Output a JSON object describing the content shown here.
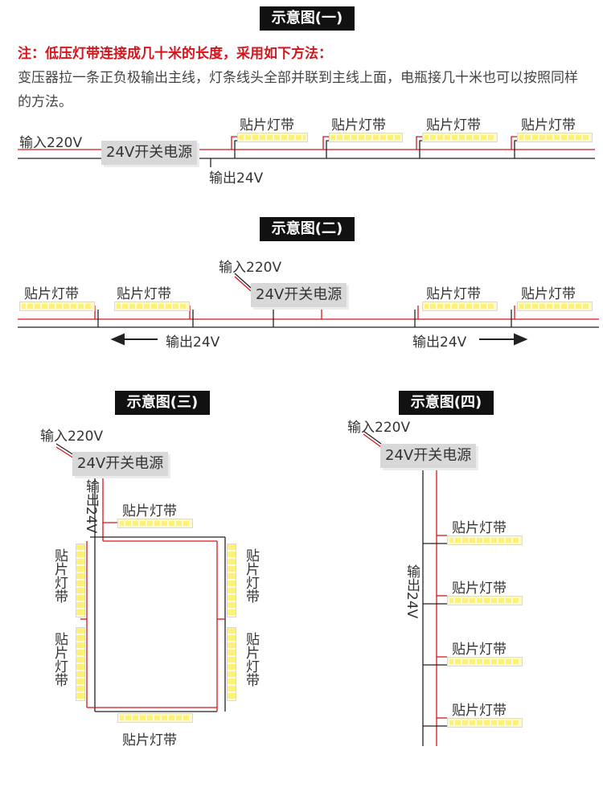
{
  "titles": {
    "d1": "示意图(一)",
    "d2": "示意图(二)",
    "d3": "示意图(三)",
    "d4": "示意图(四)"
  },
  "note": {
    "heading": "注：低压灯带连接成几十米的长度，采用如下方法：",
    "body": "变压器拉一条正负极输出主线，灯条线头全部并联到主线上面，电瓶接几十米也可以按照同样的方法。"
  },
  "labels": {
    "input": "输入220V",
    "output": "输出24V",
    "psu": "24V开关电源",
    "strip": "贴片灯带"
  },
  "colors": {
    "red_wire": "#d4161c",
    "black_wire": "#222222",
    "strip_led": "#fff176"
  }
}
